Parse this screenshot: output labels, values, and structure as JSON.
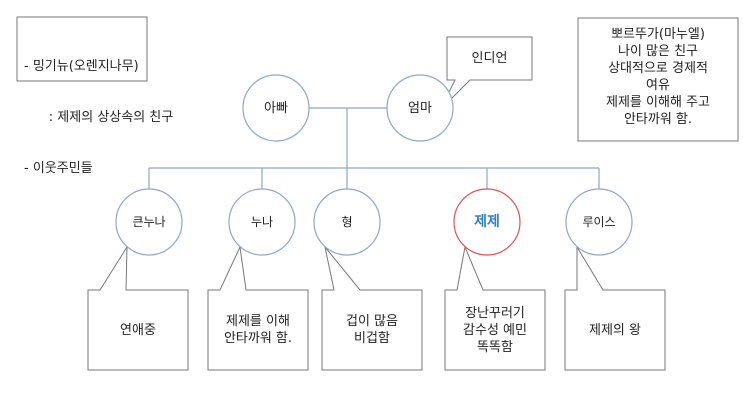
{
  "left_note": {
    "lines": [
      "- 밍기뉴(오렌지나무)",
      "      : 제제의 상상속의 친구",
      "- 이웃주민들"
    ]
  },
  "right_note": {
    "lines": [
      "뽀르뚜가(마누엘)",
      "나이 많은 친구",
      "상대적으로 경제적",
      "여유",
      "제제를 이해해 주고",
      "안타까워 함."
    ]
  },
  "parents": {
    "father": "아빠",
    "mother": "엄마",
    "mother_note": "인디언"
  },
  "children": [
    {
      "name": "큰누나",
      "note": "연애중"
    },
    {
      "name": "누나",
      "note": "제제를 이해\n안타까워 함."
    },
    {
      "name": "형",
      "note": "겁이 많음\n비겁함"
    },
    {
      "name": "제제",
      "note": "장난꾸러기\n감수성 예민\n똑똑함"
    },
    {
      "name": "루이스",
      "note": "제제의 왕"
    }
  ],
  "colors": {
    "line": "#8ea6c8",
    "highlight_border": "#e05050",
    "highlight_text": "#2f7fc8"
  }
}
